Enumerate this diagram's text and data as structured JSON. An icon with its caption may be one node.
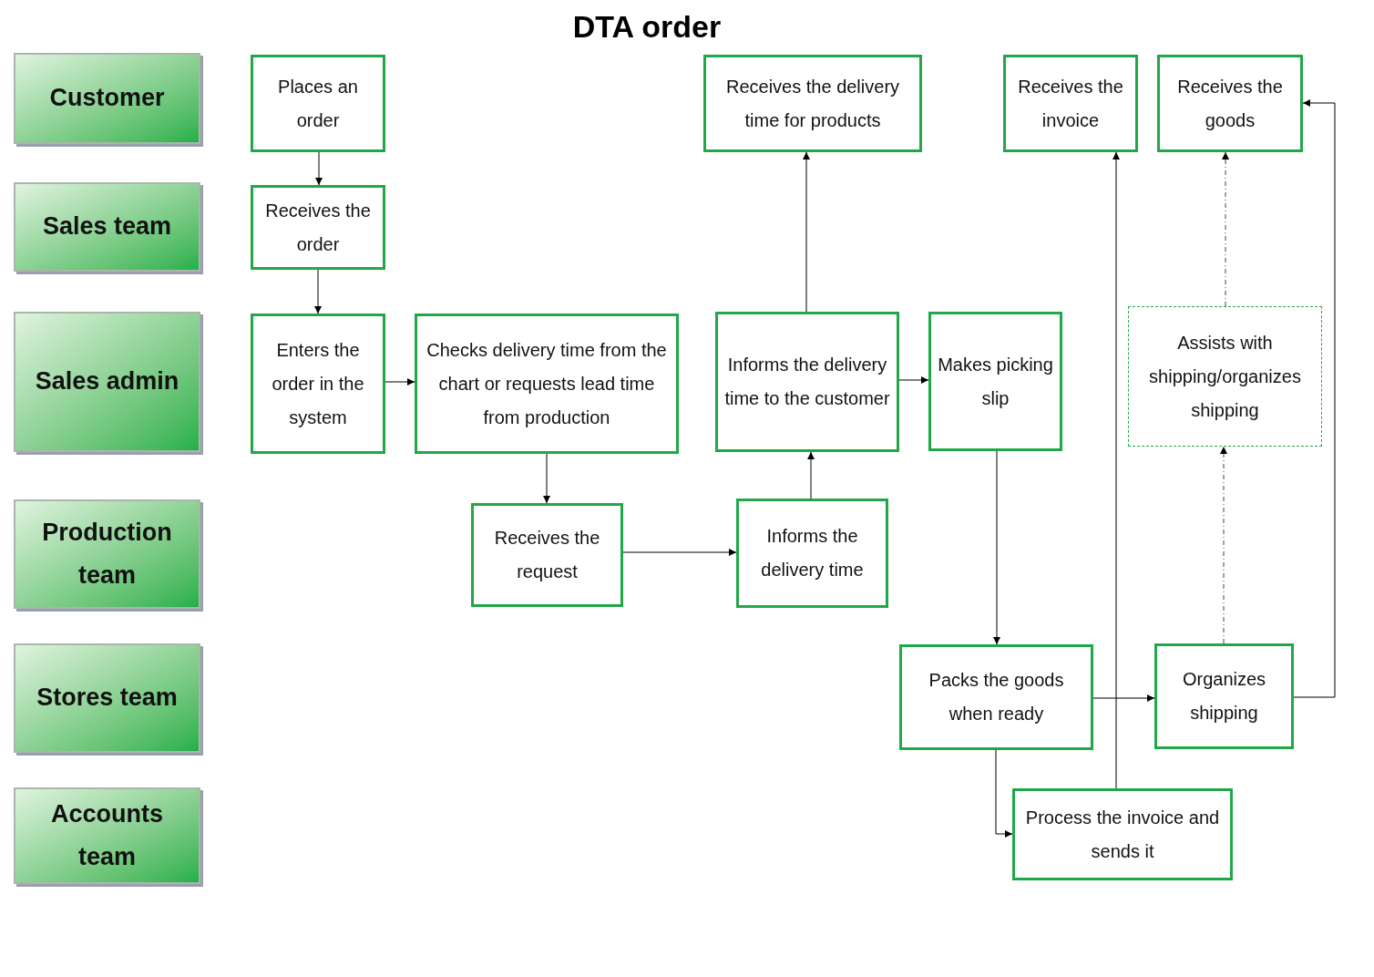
{
  "diagram": {
    "title": "DTA order",
    "nodes": [
      {
        "text": [
          "Customer"
        ]
      },
      {
        "text": [
          "Sales team"
        ]
      },
      {
        "text": [
          "Sales admin"
        ]
      },
      {
        "text": [
          "Production team"
        ]
      },
      {
        "text": [
          "Stores team"
        ]
      },
      {
        "text": [
          "Accounts team"
        ]
      },
      {
        "text": [
          "Places an order"
        ]
      },
      {
        "text": [
          "Receives the delivery time for products"
        ]
      },
      {
        "text": [
          "Receives the invoice"
        ]
      },
      {
        "text": [
          "Receives the goods"
        ]
      },
      {
        "text": [
          "Receives the order"
        ]
      },
      {
        "text": [
          "Enters the order in the system"
        ]
      },
      {
        "text": [
          "Checks delivery time from the chart or requests lead time from production"
        ]
      },
      {
        "text": [
          "Informs the delivery time to the customer"
        ]
      },
      {
        "text": [
          "Makes picking slip"
        ]
      },
      {
        "text": [
          "Assists with shipping/organizes shipping"
        ]
      },
      {
        "text": [
          "Receives the request"
        ]
      },
      {
        "text": [
          "Informs the delivery time"
        ]
      },
      {
        "text": [
          "Packs the goods when ready"
        ]
      },
      {
        "text": [
          "Organizes shipping"
        ]
      },
      {
        "text": [
          "Process the invoice and sends it"
        ]
      }
    ],
    "edges": [
      {
        "from": 6,
        "to": 10,
        "arrow": "to"
      },
      {
        "from": 10,
        "to": 11,
        "arrow": "to"
      },
      {
        "from": 11,
        "to": 12,
        "arrow": "to"
      },
      {
        "from": 12,
        "to": 16,
        "arrow": "to"
      },
      {
        "from": 16,
        "to": 17,
        "arrow": "to"
      },
      {
        "from": 17,
        "to": 13,
        "arrow": "to"
      },
      {
        "from": 13,
        "to": 7,
        "arrow": "to"
      },
      {
        "from": 13,
        "to": 14,
        "arrow": "to"
      },
      {
        "from": 14,
        "to": 18,
        "arrow": "to"
      },
      {
        "from": 18,
        "to": 19,
        "arrow": "to"
      },
      {
        "from": 18,
        "to": 20,
        "arrow": "to"
      },
      {
        "from": 20,
        "to": 8,
        "arrow": "to"
      },
      {
        "from": 19,
        "to": 15,
        "arrow": "to",
        "style": "dashed"
      },
      {
        "from": 15,
        "to": 9,
        "arrow": "to",
        "style": "dashed"
      },
      {
        "from": 19,
        "to": 9,
        "arrow": "to"
      }
    ]
  }
}
